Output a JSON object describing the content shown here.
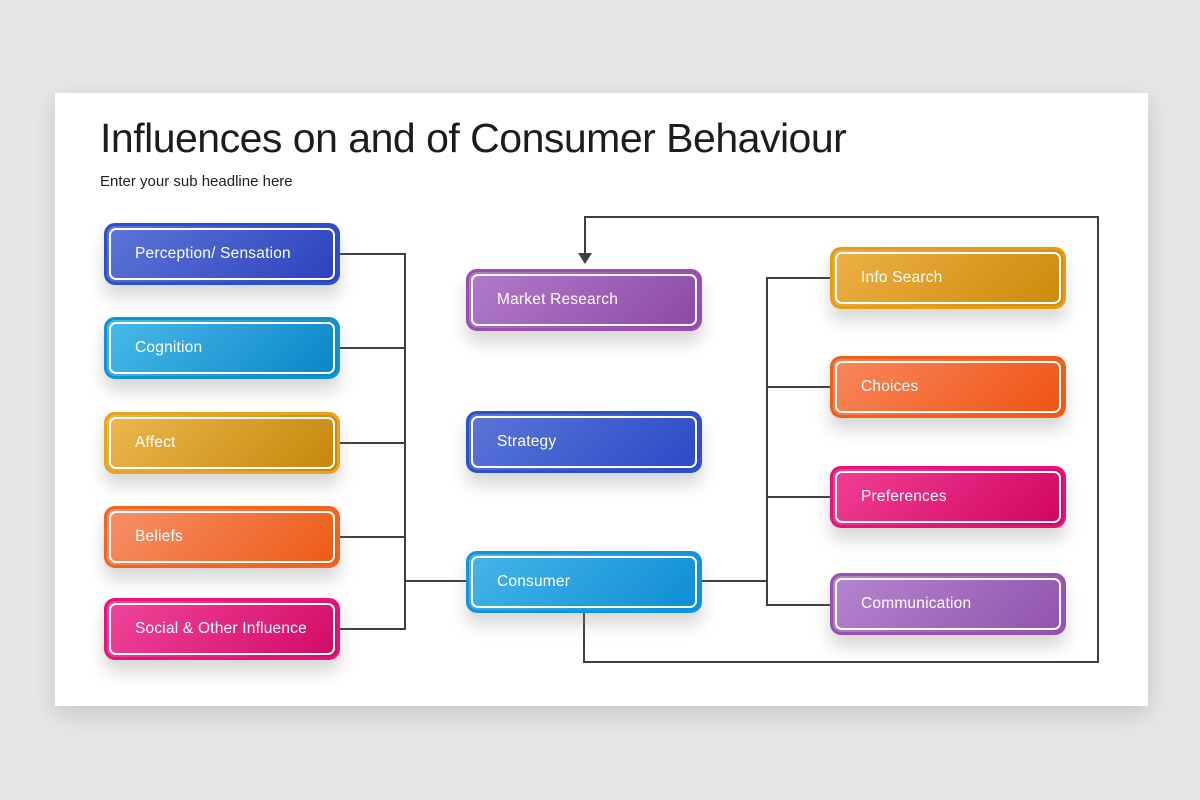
{
  "page": {
    "background_color": "#e7e6e4",
    "slide_background_color": "#ffffff"
  },
  "header": {
    "title": "Influences on and of Consumer Behaviour",
    "subtitle": "Enter your sub headline here"
  },
  "diagram": {
    "type": "flowchart",
    "connector_color": "#404040",
    "nodes": {
      "perception": {
        "label": "Perception/ Sensation",
        "border": "#2b50cb",
        "gradient_start": "#5d76d7",
        "gradient_end": "#2c41bd"
      },
      "cognition": {
        "label": "Cognition",
        "border": "#0e93d9",
        "gradient_start": "#48bbeb",
        "gradient_end": "#0a84c6"
      },
      "affect": {
        "label": "Affect",
        "border": "#e8a41c",
        "gradient_start": "#edb84e",
        "gradient_end": "#c5860b"
      },
      "beliefs": {
        "label": "Beliefs",
        "border": "#f2641f",
        "gradient_start": "#f7906a",
        "gradient_end": "#ed5a12"
      },
      "social": {
        "label": "Social & Other Influence",
        "border": "#e5137a",
        "gradient_start": "#f0459c",
        "gradient_end": "#d20a65"
      },
      "market_research": {
        "label": "Market Research",
        "border": "#9b4cb5",
        "gradient_start": "#b27ac9",
        "gradient_end": "#8c49a7"
      },
      "strategy": {
        "label": "Strategy",
        "border": "#2b52cc",
        "gradient_start": "#5b76d8",
        "gradient_end": "#2b49c6"
      },
      "consumer": {
        "label": "Consumer",
        "border": "#1094dd",
        "gradient_start": "#47b5ea",
        "gradient_end": "#0d8dd4"
      },
      "info_search": {
        "label": "Info Search",
        "border": "#e89c14",
        "gradient_start": "#edb045",
        "gradient_end": "#cc8a0a"
      },
      "choices": {
        "label": "Choices",
        "border": "#f25d1a",
        "gradient_start": "#f8875e",
        "gradient_end": "#ef5310"
      },
      "preferences": {
        "label": "Preferences",
        "border": "#e8127a",
        "gradient_start": "#f23f96",
        "gradient_end": "#d1045e"
      },
      "communication": {
        "label": "Communication",
        "border": "#9a4fb5",
        "gradient_start": "#b685d0",
        "gradient_end": "#9053ac"
      }
    },
    "edges": [
      "Perception/ Sensation -> Consumer",
      "Cognition -> Consumer",
      "Affect -> Consumer",
      "Beliefs -> Consumer",
      "Social & Other Influence -> Consumer",
      "Consumer -> Info Search",
      "Consumer -> Choices",
      "Consumer -> Preferences",
      "Consumer -> Communication",
      "Consumer -> Market Research (feedback loop arrow)"
    ]
  }
}
